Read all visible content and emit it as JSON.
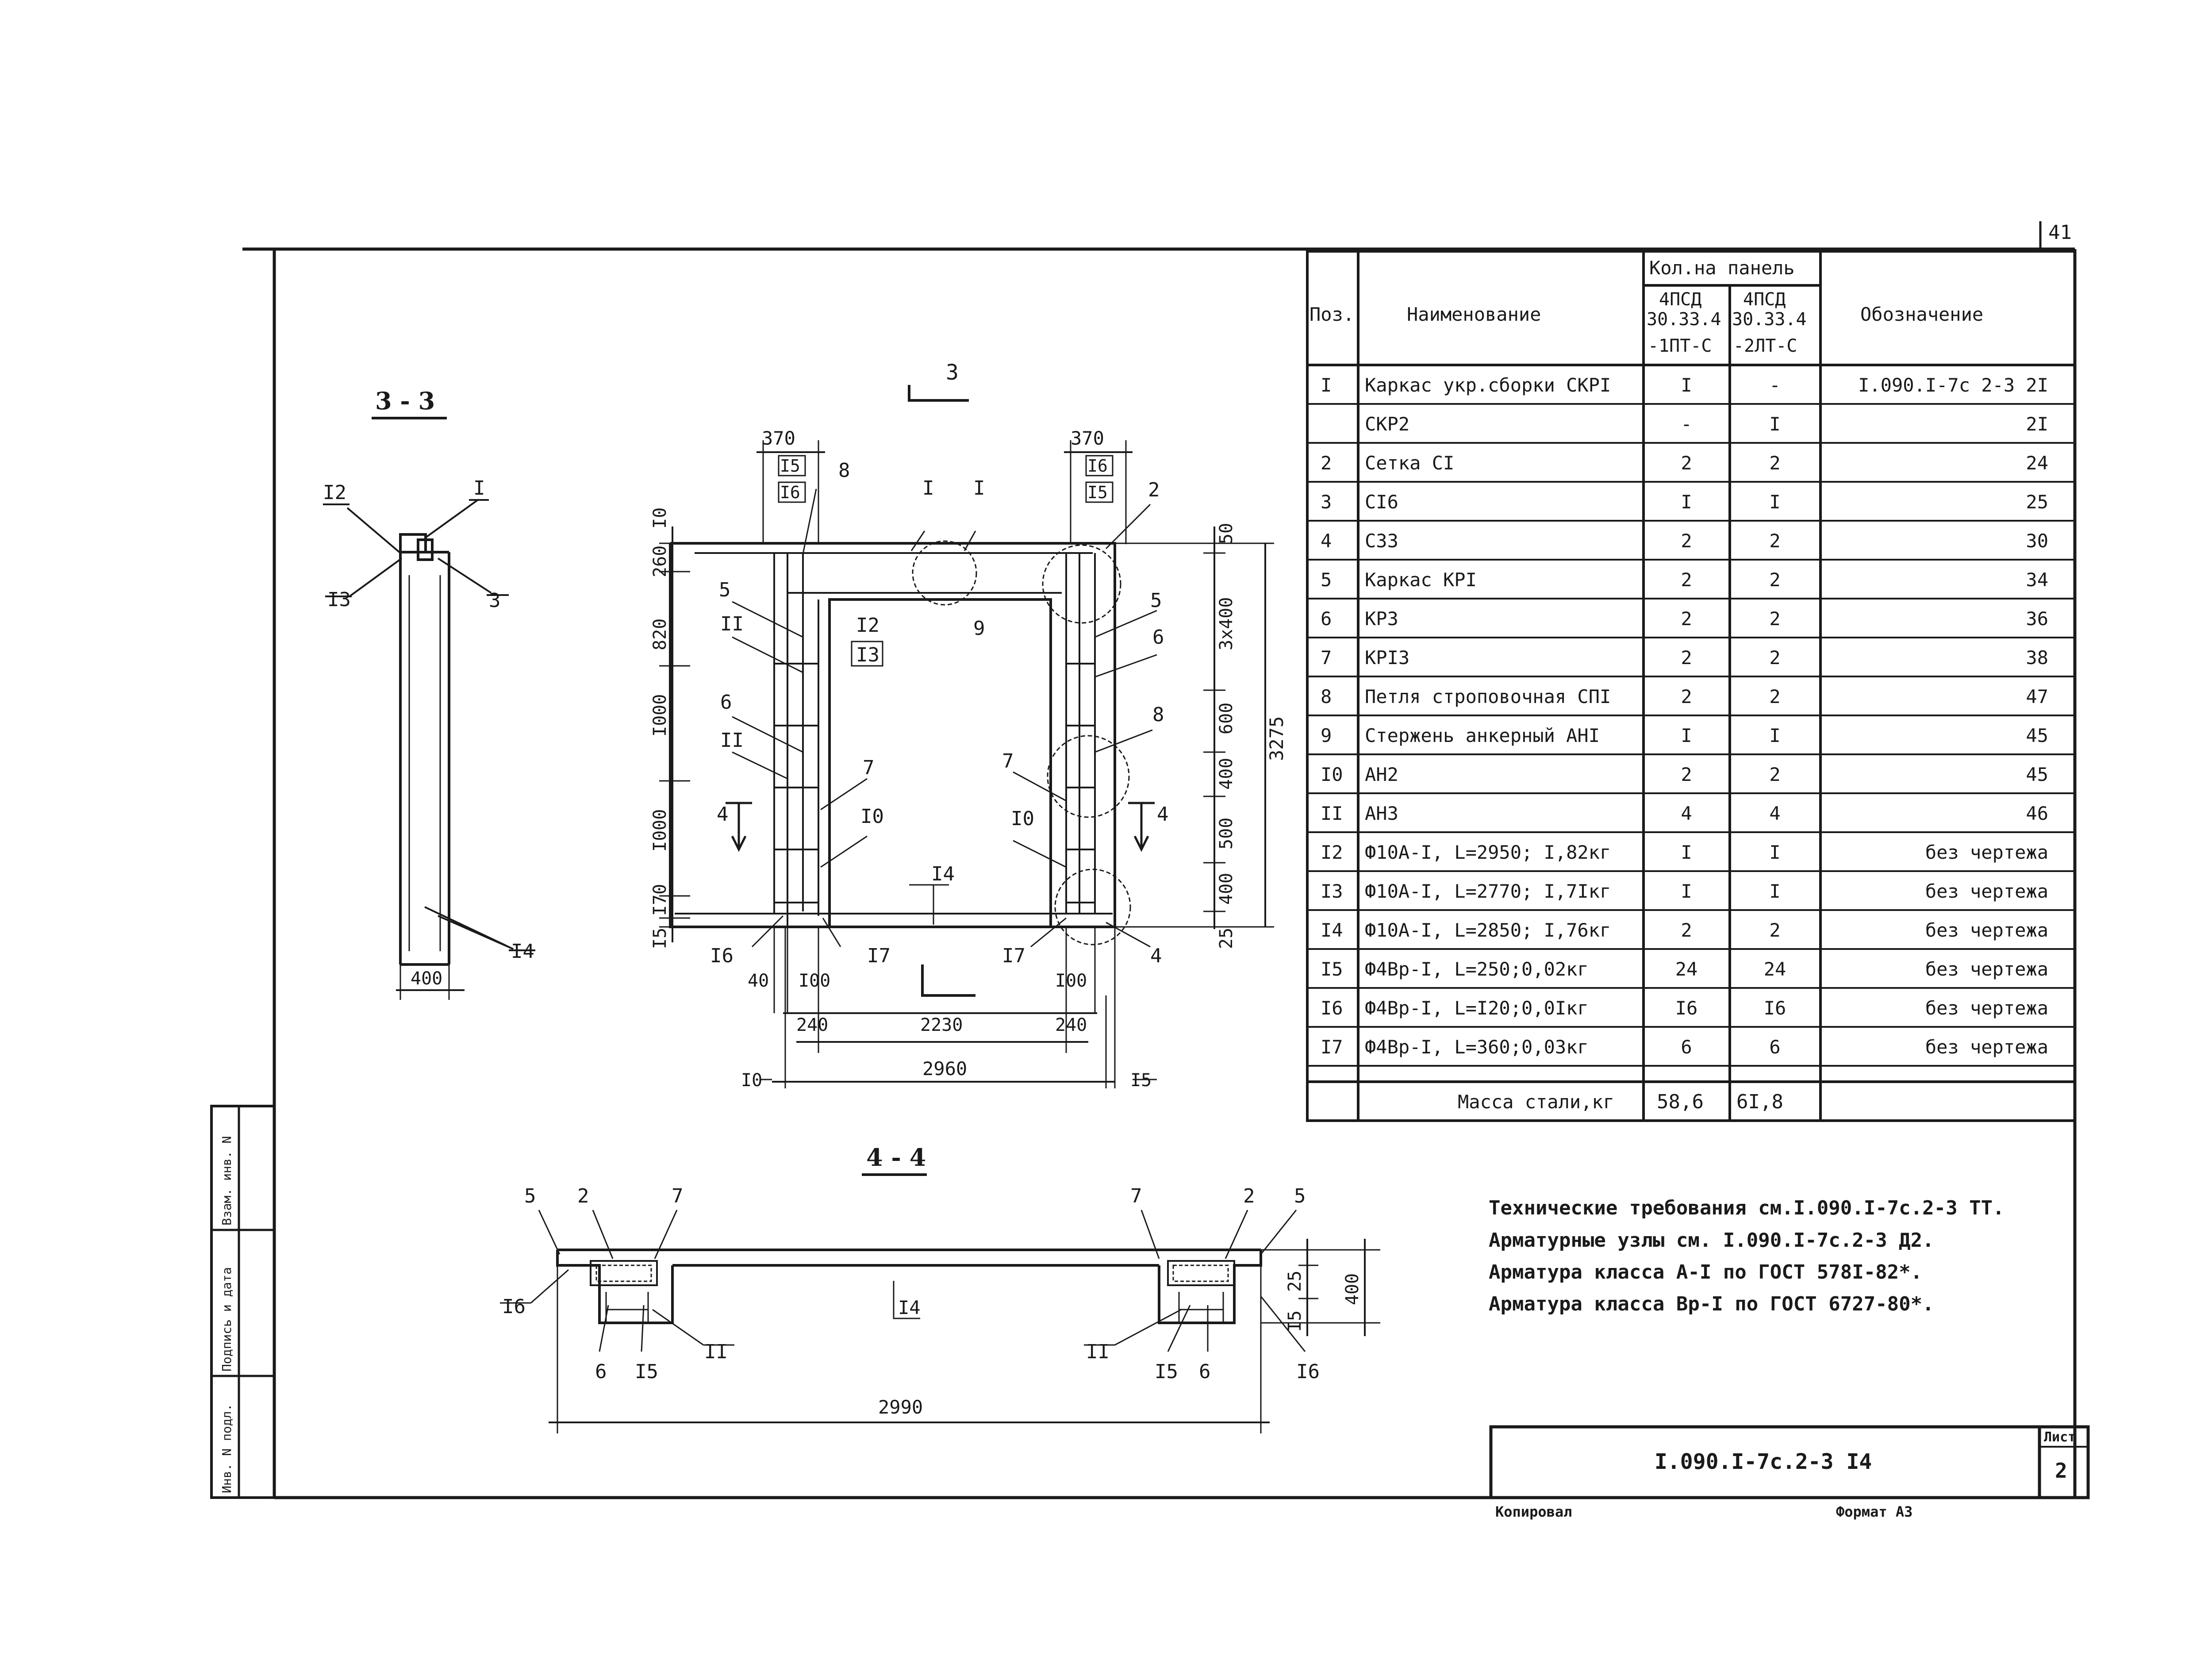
{
  "sheet_corner_number": "41",
  "sections": {
    "s33": "3 - 3",
    "s44": "4 - 4",
    "cut_marker": "3",
    "cut4": "4"
  },
  "table": {
    "headers": {
      "pos": "Поз.",
      "name": "Наименование",
      "qty_group": "Кол.на панель",
      "col_a": [
        "4ПСД",
        "30.33.4",
        "-1ПТ-С"
      ],
      "col_b": [
        "4ПСД",
        "30.33.4",
        "-2ЛТ-С"
      ],
      "designation": "Обозначение"
    },
    "rows": [
      {
        "pos": "I",
        "name": "Каркас укр.сборки СКРI",
        "a": "I",
        "b": "-",
        "des": "I.090.I-7с 2-3 2I"
      },
      {
        "pos": "",
        "name": "СКР2",
        "a": "-",
        "b": "I",
        "des": "2I"
      },
      {
        "pos": "2",
        "name": "Сетка СI",
        "a": "2",
        "b": "2",
        "des": "24"
      },
      {
        "pos": "3",
        "name": "СI6",
        "a": "I",
        "b": "I",
        "des": "25"
      },
      {
        "pos": "4",
        "name": "С33",
        "a": "2",
        "b": "2",
        "des": "30"
      },
      {
        "pos": "5",
        "name": "Каркас КРI",
        "a": "2",
        "b": "2",
        "des": "34"
      },
      {
        "pos": "6",
        "name": "КР3",
        "a": "2",
        "b": "2",
        "des": "36"
      },
      {
        "pos": "7",
        "name": "КРI3",
        "a": "2",
        "b": "2",
        "des": "38"
      },
      {
        "pos": "8",
        "name": "Петля строповочная СПI",
        "a": "2",
        "b": "2",
        "des": "47"
      },
      {
        "pos": "9",
        "name": "Стержень анкерный АНI",
        "a": "I",
        "b": "I",
        "des": "45"
      },
      {
        "pos": "I0",
        "name": "АН2",
        "a": "2",
        "b": "2",
        "des": "45"
      },
      {
        "pos": "II",
        "name": "АН3",
        "a": "4",
        "b": "4",
        "des": "46"
      },
      {
        "pos": "I2",
        "name": "Ф10А-I, L=2950; I,82кг",
        "a": "I",
        "b": "I",
        "des": "без чертежа"
      },
      {
        "pos": "I3",
        "name": "Ф10А-I, L=2770; I,7Iкг",
        "a": "I",
        "b": "I",
        "des": "без чертежа"
      },
      {
        "pos": "I4",
        "name": "Ф10А-I, L=2850; I,76кг",
        "a": "2",
        "b": "2",
        "des": "без чертежа"
      },
      {
        "pos": "I5",
        "name": "Ф4Вр-I, L=250;0,02кг",
        "a": "24",
        "b": "24",
        "des": "без чертежа"
      },
      {
        "pos": "I6",
        "name": "Ф4Вр-I, L=I20;0,0Iкг",
        "a": "I6",
        "b": "I6",
        "des": "без чертежа"
      },
      {
        "pos": "I7",
        "name": "Ф4Вр-I, L=360;0,03кг",
        "a": "6",
        "b": "6",
        "des": "без чертежа"
      }
    ],
    "total_label": "Масса стали,кг",
    "total_a": "58,6",
    "total_b": "6I,8"
  },
  "notes": [
    "Технические требования см.I.090.I-7с.2-3 ТТ.",
    "Арматурные узлы см. I.090.I-7с.2-3  Д2.",
    "Арматура класса А-I по ГОСТ 578I-82*.",
    "Арматура класса Вр-I по ГОСТ 6727-80*."
  ],
  "title_block": {
    "code": "I.090.I-7с.2-3 I4",
    "sheet_label": "Лист",
    "sheet_no": "2",
    "copied": "Копировал",
    "format": "Формат А3"
  },
  "side_stamp": [
    "Взам. инв. N",
    "Подпись и дата",
    "Инв. N подл."
  ],
  "dims_elevation": {
    "top_left": "370",
    "top_right": "370",
    "i15": "I5",
    "i16": "I6",
    "left_260": "260",
    "left_i0": "I0",
    "left_820": "820",
    "left_1000a": "I000",
    "left_1000b": "I000",
    "left_170": "I70",
    "left_15": "I5",
    "right_50": "50",
    "right_3x400": "3x400",
    "right_600": "600",
    "right_400a": "400",
    "right_500": "500",
    "right_400b": "400",
    "right_25": "25",
    "right_3275": "3275",
    "bot_40": "40",
    "bot_100a": "I00",
    "bot_100b": "I00",
    "bot_240a": "240",
    "bot_2230": "2230",
    "bot_240b": "240",
    "bot_2960": "2960",
    "bot_i0": "I0",
    "bot_i5": "I5"
  },
  "marks_elevation": {
    "m8": "8",
    "m1a": "I",
    "m1b": "I",
    "m2": "2",
    "m5a": "5",
    "m11a": "II",
    "m12": "I2",
    "m13": "I3",
    "m9": "9",
    "m5b": "5",
    "m6b": "6",
    "m6a": "6",
    "m11b": "II",
    "m8b": "8",
    "m7a": "7",
    "m10a": "I0",
    "m7b": "7",
    "m10b": "I0",
    "m14": "I4",
    "m16": "I6",
    "m17a": "I7",
    "m17b": "I7",
    "m4": "4"
  },
  "section33": {
    "m12": "I2",
    "m1": "I",
    "m13": "I3",
    "m3": "3",
    "m14": "I4",
    "w": "400"
  },
  "section44": {
    "m5a": "5",
    "m2a": "2",
    "m7a": "7",
    "m7b": "7",
    "m2b": "2",
    "m5b": "5",
    "m16a": "I6",
    "m6a": "6",
    "m15a": "I5",
    "m11a": "II",
    "m14": "I4",
    "m11b": "II",
    "m15b": "I5",
    "m6b": "6",
    "m16b": "I6",
    "d15": "I5",
    "d25": "25",
    "d400": "400",
    "d2990": "2990"
  }
}
